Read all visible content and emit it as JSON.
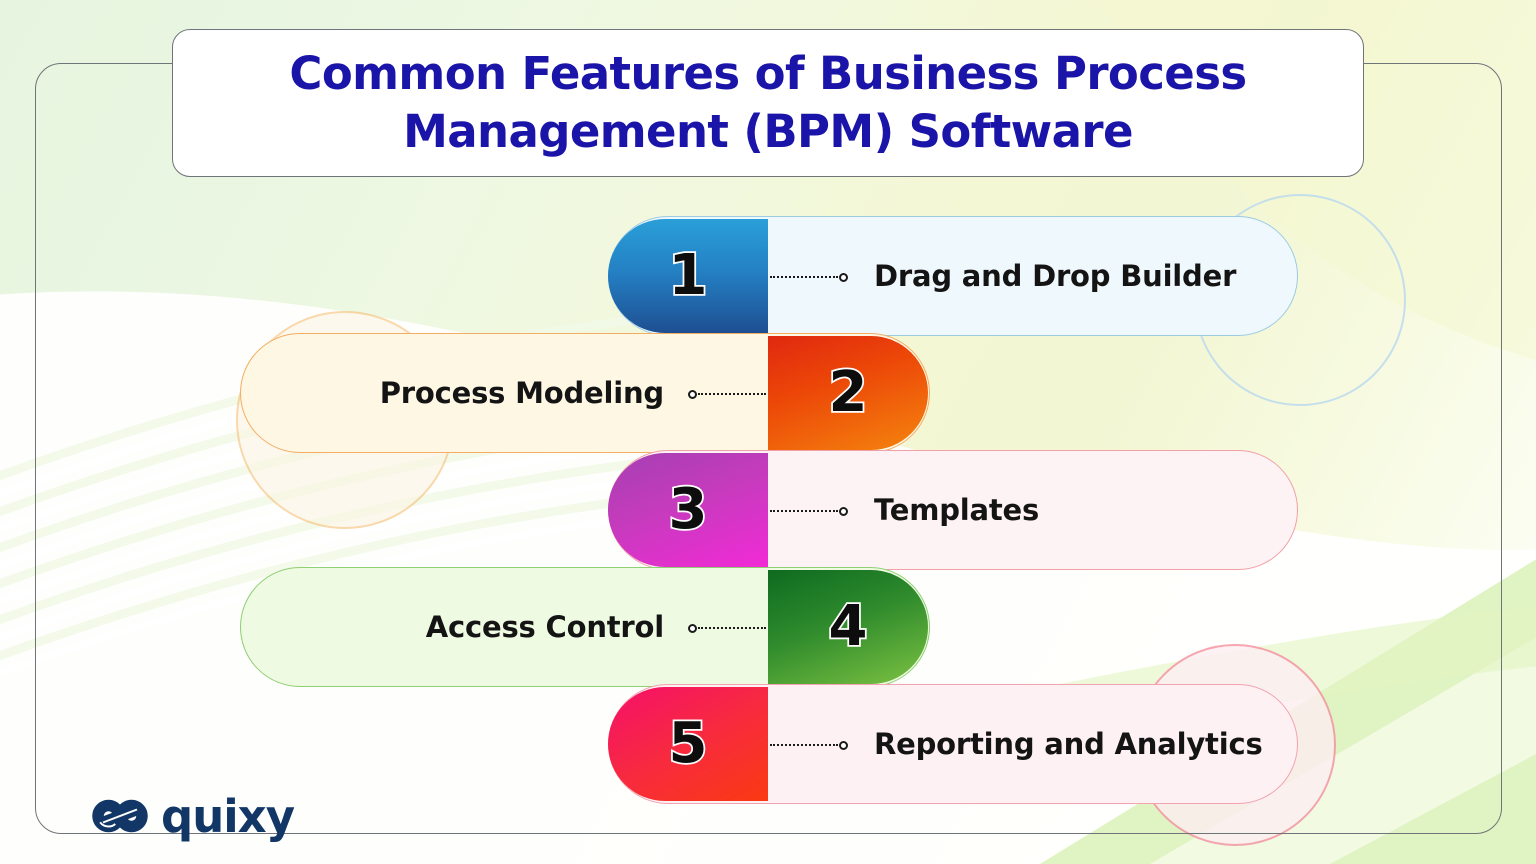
{
  "title": {
    "text": "Common Features of Business Process\nManagement (BPM) Software",
    "color": "#1a14a8"
  },
  "rows": [
    {
      "number": "1",
      "label": "Drag and Drop Builder",
      "side": "right",
      "badge_colors": [
        "#2a9fd8",
        "#1e4f92"
      ],
      "pill_fill": "#eff8fd",
      "pill_border": "#9ccbe4"
    },
    {
      "number": "2",
      "label": "Process Modeling",
      "side": "left",
      "badge_colors": [
        "#e02810",
        "#f5850e"
      ],
      "pill_fill": "#fdf7e4",
      "pill_border": "#f4ad63"
    },
    {
      "number": "3",
      "label": "Templates",
      "side": "right",
      "badge_colors": [
        "#a53fb2",
        "#f22ad6"
      ],
      "pill_fill": "#fdf2f4",
      "pill_border": "#f2a0a8"
    },
    {
      "number": "4",
      "label": "Access Control",
      "side": "left",
      "badge_colors": [
        "#0e6b20",
        "#7cc242"
      ],
      "pill_fill": "#eefae2",
      "pill_border": "#90cf74"
    },
    {
      "number": "5",
      "label": "Reporting and Analytics",
      "side": "right",
      "badge_colors": [
        "#f5106a",
        "#fa3a12"
      ],
      "pill_fill": "#fdf1f4",
      "pill_border": "#f3a2b0"
    }
  ],
  "logo": {
    "wordmark": "quixy",
    "icon": "quixy-infinity-knot-icon",
    "color": "#123767"
  },
  "background": {
    "gradient_from": "#e7f5e0",
    "gradient_to": "#ffffff",
    "frame_border": "#6f7478"
  }
}
